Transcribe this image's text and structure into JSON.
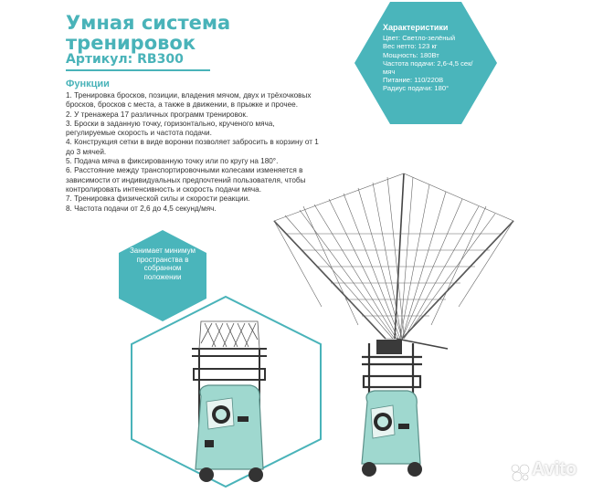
{
  "header": {
    "title": "Умная система\nтренировок",
    "article": "Артикул: RB300"
  },
  "functions": {
    "heading": "Функции",
    "items": [
      "1. Тренировка бросков, позиции, владения мячом, двух и трёхочковых бросков, бросков с места, а также в движении, в прыжке и прочее.",
      "2. У тренажера 17 различных программ тренировок.",
      "3. Броски в заданную точку, горизонтально, крученого мяча, регулируемые скорость и частота подачи.",
      "4. Конструкция сетки в виде воронки позволяет забросить в корзину от 1 до 3 мячей.",
      "5. Подача мяча в фиксированную точку или по кругу на 180°.",
      "6. Расстояние между транспортировочными колесами изменяется в зависимости от индивидуальных предпочтений пользователя, чтобы контролировать интенсивность и скорость подачи мяча.",
      "7. Тренировка физической силы и скорости реакции.",
      "8. Частота подачи от 2,6 до 4,5 секунд/мяч."
    ]
  },
  "specs": {
    "heading": "Характеристики",
    "lines": [
      "Цвет: Светло-зелёный",
      "Вес нетто: 123 кг",
      "Мощность: 180Вт",
      "Частота подачи: 2,6-4,5 сек/мяч",
      "Питание: 110/220В",
      "Радиус подачи: 180°"
    ]
  },
  "note": {
    "text": "Занимает минимум пространства в собранном положении"
  },
  "watermark": {
    "text": "Avito"
  },
  "colors": {
    "accent": "#49b3b9",
    "machine_body": "#9fd8cf",
    "frame": "#333333"
  }
}
